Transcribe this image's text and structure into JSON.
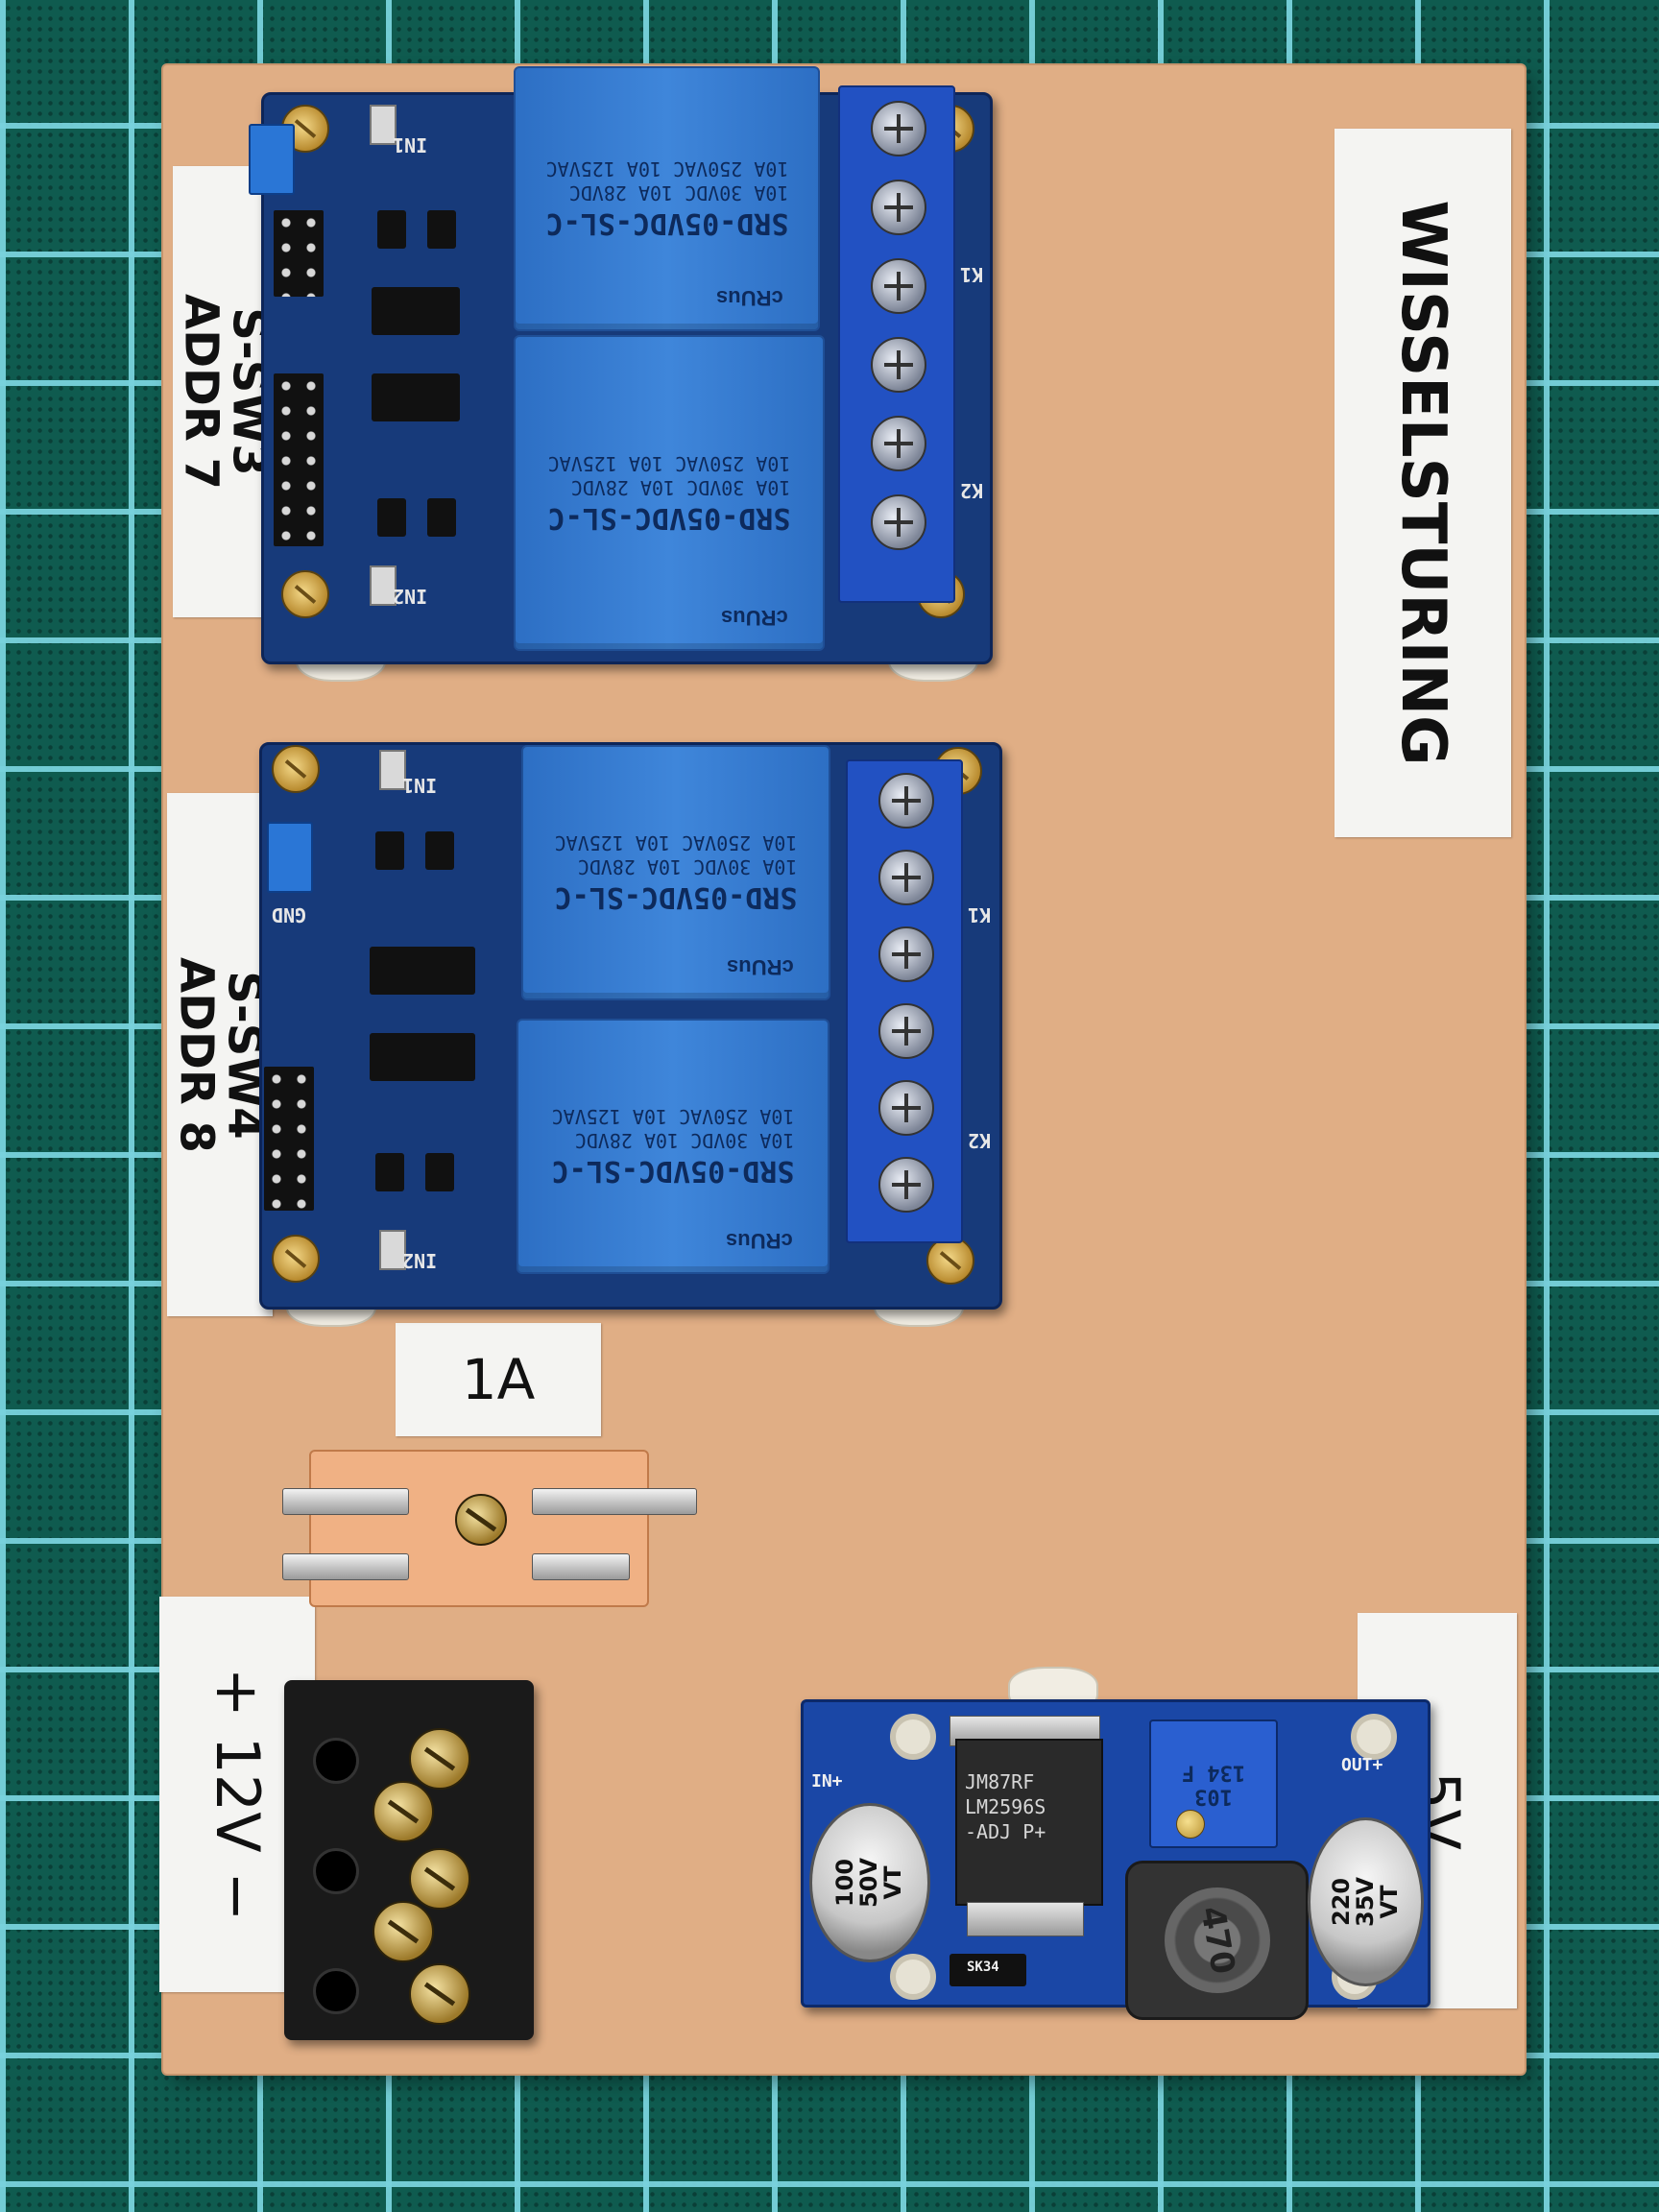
{
  "labels": {
    "title": "WISSELSTURING",
    "module1_name": "S-SW3",
    "module1_addr": "ADDR 7",
    "module2_name": "S-SW4",
    "module2_addr": "ADDR 8",
    "fuse": "1A",
    "power_in": "+ 12V −",
    "power_out": "5V"
  },
  "relay_module": {
    "relay_type": "SRD-05VDC-SL-C",
    "ratings": [
      "10A 250VAC  10A 125VAC",
      "10A 30VDC  10A 28VDC"
    ],
    "cert_mark": "cRUus",
    "silk_in1": "IN1",
    "silk_in2": "IN2",
    "silk_k1": "K1",
    "silk_k2": "K2",
    "silk_gnd": "GND"
  },
  "buck_converter": {
    "ic_lines": [
      "JM87RF",
      "LM2596S",
      "-ADJ  P+"
    ],
    "in_label": "IN+",
    "out_label": "OUT+",
    "cap_in": [
      "100",
      "50V",
      "VT"
    ],
    "cap_out": [
      "220",
      "35V",
      "VT"
    ],
    "inductor": "470",
    "trimpot": [
      "103",
      "134 F"
    ],
    "diode": "SK34"
  },
  "colors": {
    "mat": "#0f5b4f",
    "board": "#e0ae85",
    "pcb_blue": "#173a7a",
    "relay_blue": "#3f86da"
  }
}
